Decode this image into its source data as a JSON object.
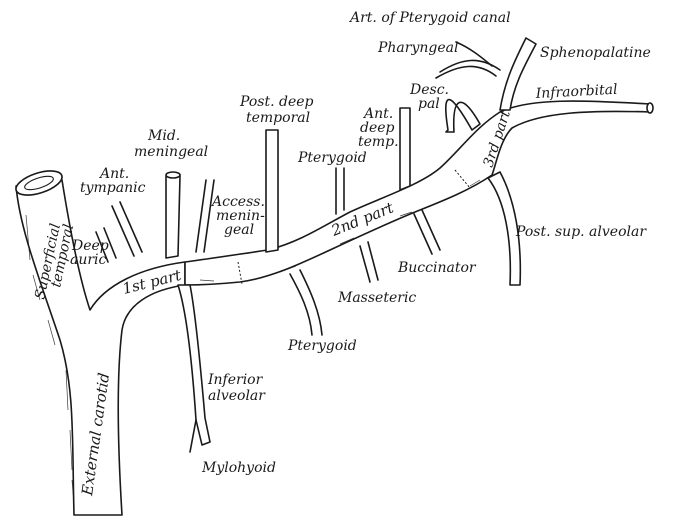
{
  "labels": {
    "art_pterygoid_canal": "Art. of Pterygoid canal",
    "pharyngeal": "Pharyngeal",
    "sphenopalatine": "Sphenopalatine",
    "infraorbital": "Infraorbital",
    "desc_pal_1": "Desc.",
    "desc_pal_2": "pal",
    "third_part": "3rd part",
    "post_deep_temporal_1": "Post. deep",
    "post_deep_temporal_2": "temporal",
    "ant_deep_temp_1": "Ant.",
    "ant_deep_temp_2": "deep",
    "ant_deep_temp_3": "temp.",
    "mid_meningeal_1": "Mid.",
    "mid_meningeal_2": "meningeal",
    "ant_tympanic_1": "Ant.",
    "ant_tympanic_2": "tympanic",
    "pterygoid_upper": "Pterygoid",
    "access_meningeal_1": "Access.",
    "access_meningeal_2": "menin-",
    "access_meningeal_3": "geal",
    "second_part": "2nd part",
    "post_sup_alveolar": "Post. sup. alveolar",
    "superficial_temporal_1": "Superficial",
    "superficial_temporal_2": "temporal",
    "deep_auric_1": "Deep",
    "deep_auric_2": "auric",
    "first_part": "1st part",
    "buccinator": "Buccinator",
    "masseteric": "Masseteric",
    "pterygoid_lower": "Pterygoid",
    "inferior_alveolar_1": "Inferior",
    "inferior_alveolar_2": "alveolar",
    "external_carotid": "External carotid",
    "mylohyoid": "Mylohyoid"
  }
}
